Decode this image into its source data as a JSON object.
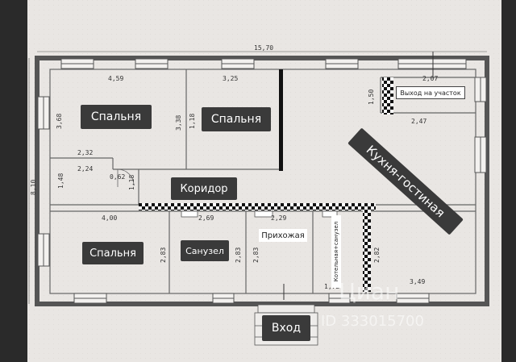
{
  "plan": {
    "rooms": {
      "bedroom1": "Спальня",
      "bedroom2": "Спальня",
      "bedroom3": "Спальня",
      "corridor": "Коридор",
      "kitchen": "Кухня-гостиная",
      "bathroom": "Санузел",
      "hall": "Прихожая",
      "boiler": "Котельная+санузел",
      "exit": "Выход на участок",
      "entrance": "Вход"
    },
    "dims": {
      "total_width": "15,70",
      "total_height": "8,10",
      "bed1_w": "4,59",
      "bed1_h": "3,68",
      "bed2_w": "3,25",
      "bed2_h1": "3,38",
      "bed2_h2": "1,18",
      "exit_w": "2,07",
      "exit_h": "1,50",
      "kitchen_w": "2,47",
      "top_small1": "2,32",
      "top_small2": "2,24",
      "top_small3": "1,48",
      "corr_small1": "0,62",
      "corr_small2": "1,18",
      "bed3_w": "4,00",
      "bath_w": "2,69",
      "bath_h": "2,83",
      "hall_w": "2,29",
      "hall_h": "2,83",
      "bed3_h": "2,83",
      "boiler_h": "2,82",
      "boiler_w": "1,72",
      "right_w": "3,49"
    },
    "watermark": {
      "brand": "Циан",
      "id": "ID 333015700"
    }
  }
}
